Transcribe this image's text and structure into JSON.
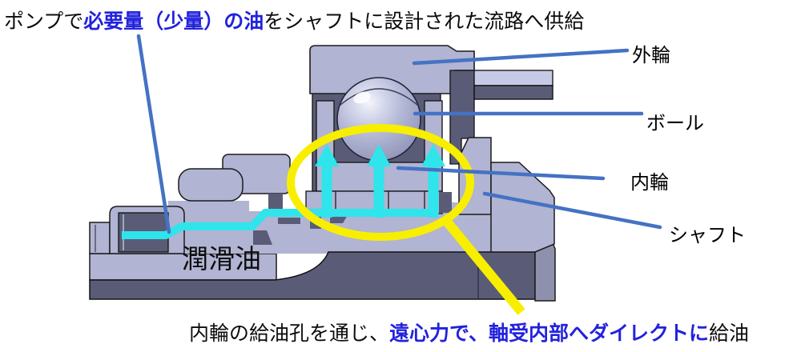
{
  "top_caption": {
    "part1": "ポンプで",
    "highlight": "必要量（少量）の油",
    "part2": "をシャフトに設計された流路へ供給"
  },
  "bottom_caption": {
    "part1": "内輪の給油孔を通じ、",
    "highlight": "遠心力で、軸受内部へダイレクトに",
    "part2": "給油"
  },
  "part_labels": {
    "outer_ring": "外輪",
    "ball": "ボール",
    "inner_ring": "内輪",
    "shaft": "シャフト",
    "lubricant": "潤滑油"
  },
  "colors": {
    "highlight_text": "#2222dd",
    "leader_line": "#4472c4",
    "oil_path": "#30e4ec",
    "annotation_yellow": "#f8ee00",
    "body_light": "#b1b4d2",
    "body_lighter": "#c7cae6",
    "body_dark": "#5a5c77",
    "body_mid": "#8e91ae"
  }
}
